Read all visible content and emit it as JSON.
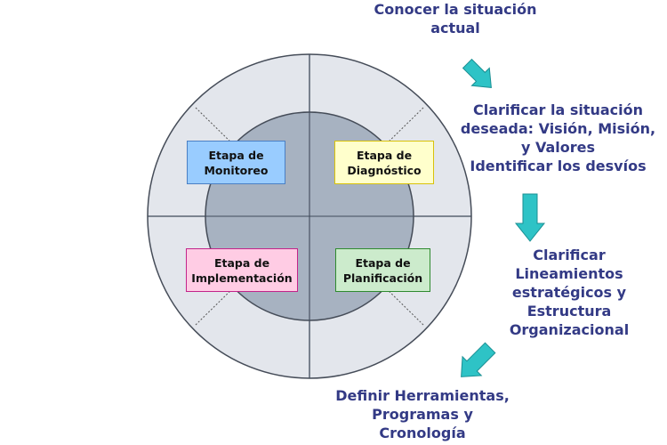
{
  "colors": {
    "outer_fill": "#e3e6ec",
    "inner_fill": "#a7b2c1",
    "ring_stroke": "#454c58",
    "cross_line": "#3f4a5a",
    "dotted_line": "#555555",
    "arrow_fill": "#2ec3c6",
    "arrow_stroke": "#1a8f93",
    "step_text": "#333a85"
  },
  "stages": [
    {
      "id": "monitoreo",
      "label": "Etapa de\nMonitoreo",
      "fill": "#99ccff",
      "border": "#4a7fc4"
    },
    {
      "id": "diagnostico",
      "label": "Etapa de\nDiagnóstico",
      "fill": "#ffffcc",
      "border": "#d8c20a"
    },
    {
      "id": "implementacion",
      "label": "Etapa de\nImplementación",
      "fill": "#ffcce4",
      "border": "#c2248a"
    },
    {
      "id": "planificacion",
      "label": "Etapa de\nPlanificación",
      "fill": "#ccebcc",
      "border": "#2f8a2f"
    }
  ],
  "steps": [
    {
      "id": "conocer",
      "text": "Conocer la situación\nactual"
    },
    {
      "id": "clarificar-deseada",
      "text": "Clarificar la situación\ndeseada: Visión,  Misión,\ny Valores\nIdentificar los desvíos"
    },
    {
      "id": "clarificar-lineamientos",
      "text": "Clarificar\nLineamientos\nestratégicos y\nEstructura\nOrganizacional"
    },
    {
      "id": "definir",
      "text": "Definir Herramientas,\nProgramas y\nCronología"
    }
  ],
  "arrows": [
    {
      "name": "arrow-to-situacion-deseada"
    },
    {
      "name": "arrow-to-lineamientos"
    },
    {
      "name": "arrow-to-herramientas"
    }
  ]
}
